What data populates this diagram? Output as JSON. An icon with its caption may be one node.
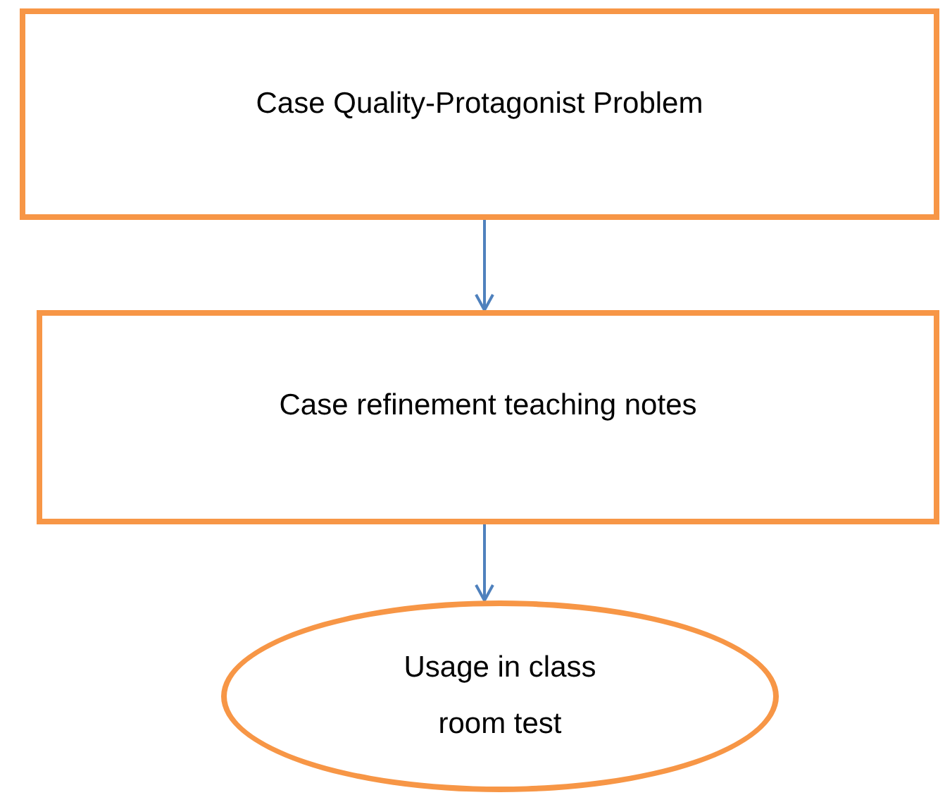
{
  "diagram": {
    "nodes": [
      {
        "text": [
          "Case Quality-Protagonist Problem"
        ]
      },
      {
        "text": [
          "Case refinement teaching notes"
        ]
      },
      {
        "text": [
          "Usage in class room test"
        ]
      }
    ],
    "edges": [
      {
        "from": 0,
        "to": 1,
        "arrow": "to"
      },
      {
        "from": 1,
        "to": 2,
        "arrow": "to"
      }
    ]
  }
}
